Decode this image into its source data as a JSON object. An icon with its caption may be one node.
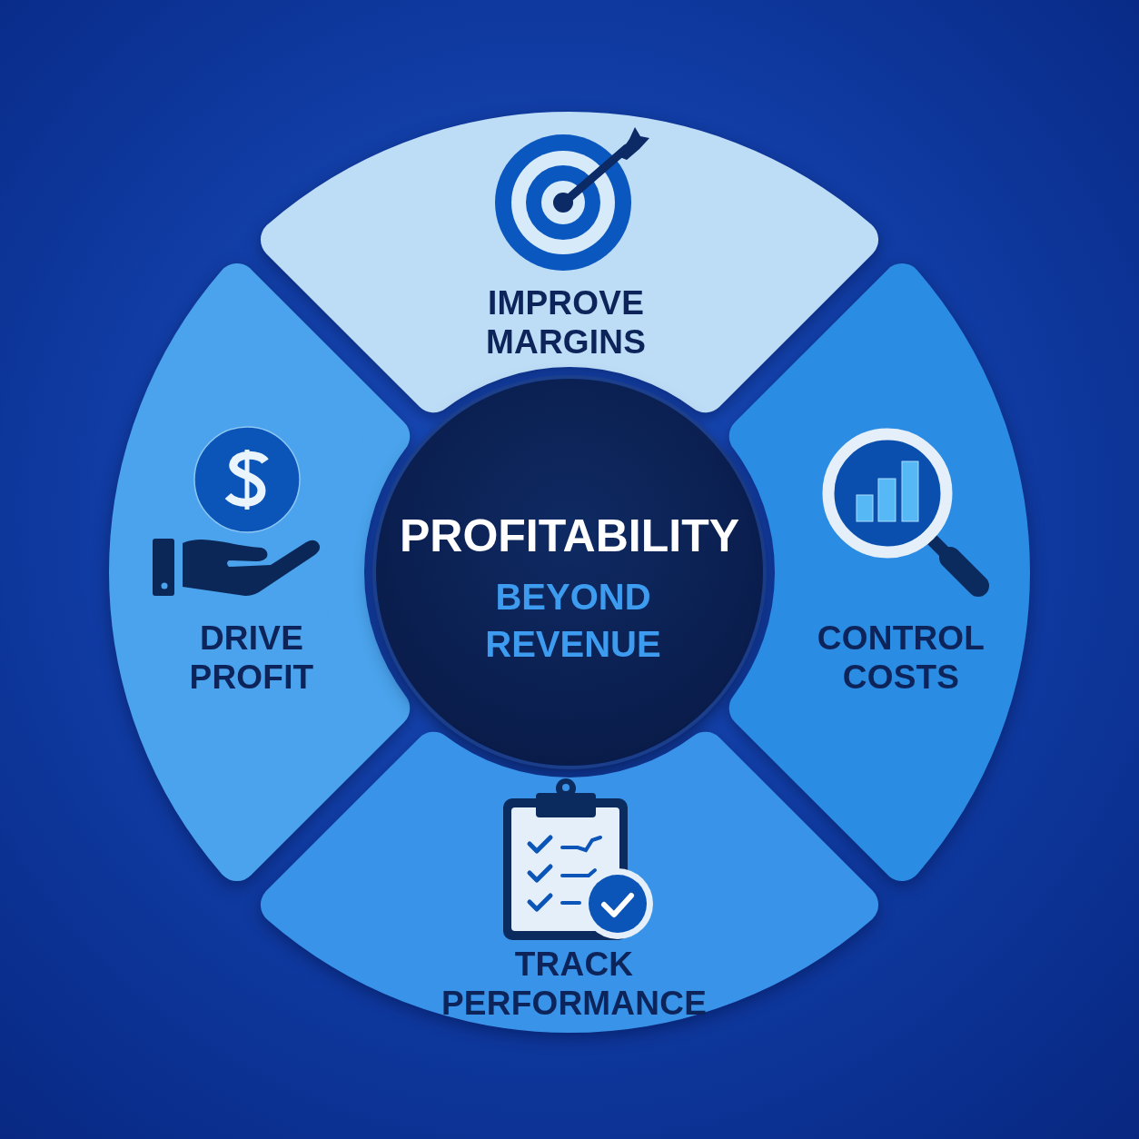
{
  "diagram": {
    "nodes": [
      {
        "text": [
          "IMPROVE MARGINS"
        ]
      },
      {
        "text": [
          "DRIVE PROFIT"
        ]
      },
      {
        "text": [
          "PROFITABILITY",
          "BEYOND REVENUE"
        ]
      },
      {
        "text": [
          "CONTROL COSTS"
        ]
      },
      {
        "text": [
          "TRACK PERFORMANCE"
        ]
      }
    ]
  }
}
